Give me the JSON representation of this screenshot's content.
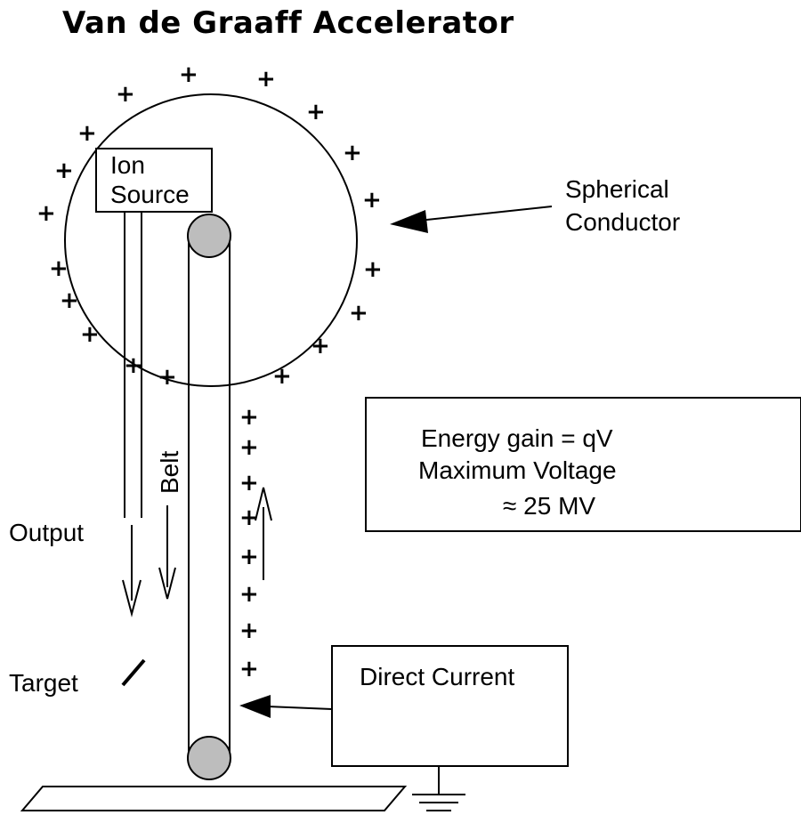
{
  "title": "Van de Graaff Accelerator",
  "labels": {
    "ion_line1": "Ion",
    "ion_line2": "Source",
    "spherical_line1": "Spherical",
    "spherical_line2": "Conductor",
    "belt": "Belt",
    "output": "Output",
    "target": "Target",
    "direct_current": "Direct Current"
  },
  "info_box": {
    "line1": "Energy gain = qV",
    "line2": "Maximum Voltage",
    "line3": "≈ 25 MV"
  },
  "charge_symbol": "+",
  "colors": {
    "line": "#000000",
    "pulley": "#bdbdbd",
    "background": "#ffffff"
  }
}
